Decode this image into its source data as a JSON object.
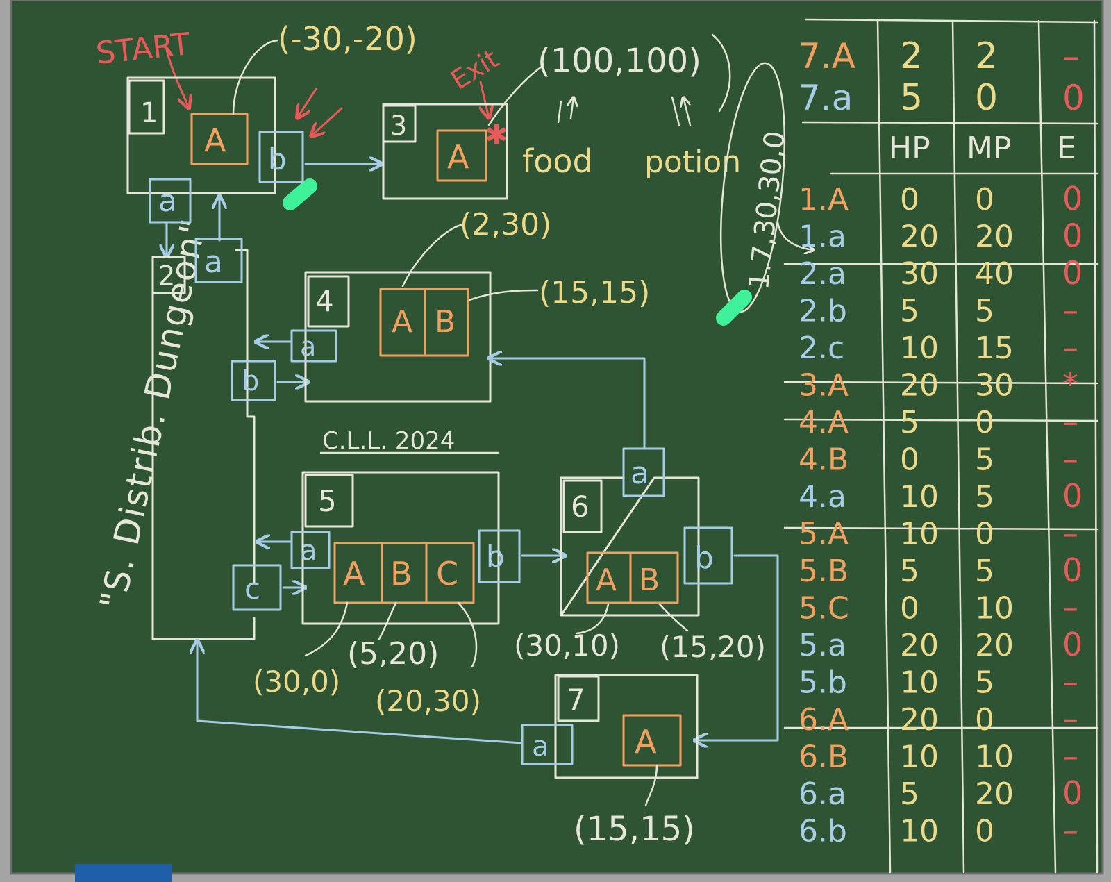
{
  "board": {
    "title": "\"S. Distrib. Dungeon\"",
    "signature": "C.L.L. 2024",
    "start_label": "START",
    "exit_label": "Exit",
    "food_label": "food",
    "potion_label": "potion",
    "exit_coord": "(100,100)",
    "potion_list": "1.7,30,30,0",
    "colors": {
      "board": "#2e5433",
      "chalk_white": "#e6e6d8",
      "chalk_blue": "#a6cce6",
      "chalk_orange": "#f0a060",
      "chalk_yellow": "#ecd98a",
      "chalk_red": "#e85a5a",
      "chalk_green": "#3ff29a"
    }
  },
  "rooms": [
    {
      "number": "1",
      "items": [
        "A"
      ],
      "doors": [
        "b",
        "a"
      ],
      "coord": "(-30,-20)"
    },
    {
      "number": "2",
      "items": [],
      "doors": [
        "a",
        "b",
        "c"
      ]
    },
    {
      "number": "3",
      "items": [
        "A"
      ],
      "doors": []
    },
    {
      "number": "4",
      "items": [
        "A",
        "B"
      ],
      "doors": [
        "a"
      ],
      "coords": [
        "(2,30)",
        "(15,15)"
      ]
    },
    {
      "number": "5",
      "items": [
        "A",
        "B",
        "C"
      ],
      "doors": [
        "a",
        "b"
      ],
      "coords": [
        "(30,0)",
        "(5,20)",
        "(20,30)"
      ]
    },
    {
      "number": "6",
      "items": [
        "A",
        "B"
      ],
      "doors": [
        "a",
        "b"
      ],
      "coords": [
        "(30,10)",
        "(15,20)"
      ]
    },
    {
      "number": "7",
      "items": [
        "A"
      ],
      "doors": [
        "a"
      ],
      "coord": "(15,15)"
    }
  ],
  "table": {
    "header": [
      "HP",
      "MP",
      "E"
    ],
    "top_rows": [
      {
        "id": "7.A",
        "hp": "2",
        "mp": "2",
        "e": "–"
      },
      {
        "id": "7.a",
        "hp": "5",
        "mp": "0",
        "e": "0"
      }
    ],
    "rows": [
      {
        "id": "1.A",
        "hp": "0",
        "mp": "0",
        "e": "0"
      },
      {
        "id": "1.a",
        "hp": "20",
        "mp": "20",
        "e": "0"
      },
      {
        "id": "2.a",
        "hp": "30",
        "mp": "40",
        "e": "0"
      },
      {
        "id": "2.b",
        "hp": "5",
        "mp": "5",
        "e": "–"
      },
      {
        "id": "2.c",
        "hp": "10",
        "mp": "15",
        "e": "–"
      },
      {
        "id": "3.A",
        "hp": "20",
        "mp": "30",
        "e": "*"
      },
      {
        "id": "4.A",
        "hp": "5",
        "mp": "0",
        "e": "–"
      },
      {
        "id": "4.B",
        "hp": "0",
        "mp": "5",
        "e": "–"
      },
      {
        "id": "4.a",
        "hp": "10",
        "mp": "5",
        "e": "0"
      },
      {
        "id": "5.A",
        "hp": "10",
        "mp": "0",
        "e": "–"
      },
      {
        "id": "5.B",
        "hp": "5",
        "mp": "5",
        "e": "0"
      },
      {
        "id": "5.C",
        "hp": "0",
        "mp": "10",
        "e": "–"
      },
      {
        "id": "5.a",
        "hp": "20",
        "mp": "20",
        "e": "0"
      },
      {
        "id": "5.b",
        "hp": "10",
        "mp": "5",
        "e": "–"
      },
      {
        "id": "6.A",
        "hp": "20",
        "mp": "0",
        "e": "–"
      },
      {
        "id": "6.B",
        "hp": "10",
        "mp": "10",
        "e": "–"
      },
      {
        "id": "6.a",
        "hp": "5",
        "mp": "20",
        "e": "0"
      },
      {
        "id": "6.b",
        "hp": "10",
        "mp": "0",
        "e": "–"
      }
    ]
  }
}
